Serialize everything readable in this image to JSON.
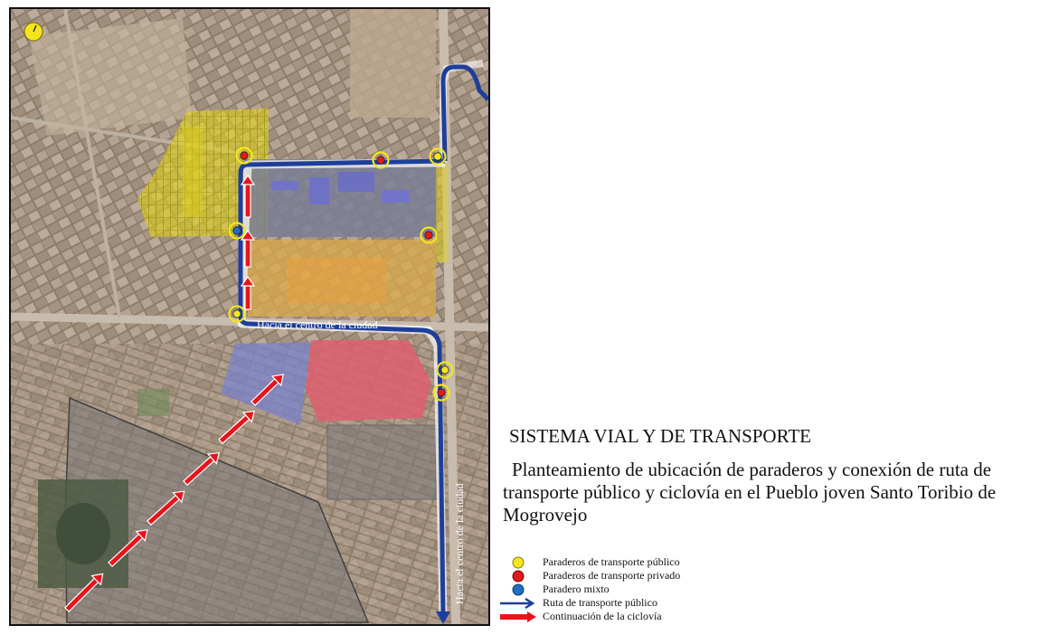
{
  "map": {
    "labels": {
      "center_horizontal": "Hacia el centro de la ciudad",
      "center_vertical": "Hacia el centro de la ciudad"
    },
    "stops": [
      {
        "type": "private"
      },
      {
        "type": "private"
      },
      {
        "type": "public"
      },
      {
        "type": "mixed"
      },
      {
        "type": "private"
      },
      {
        "type": "public"
      },
      {
        "type": "public"
      },
      {
        "type": "private"
      }
    ]
  },
  "info": {
    "title": "SISTEMA VIAL Y DE TRANSPORTE",
    "description": "Planteamiento de ubicación de paraderos y conexión de ruta de transporte público y ciclovía en el Pueblo joven Santo Toribio de Mogrovejo"
  },
  "legend": {
    "items": [
      {
        "symbol": "yellow-circle",
        "label": "Paraderos de transporte público"
      },
      {
        "symbol": "red-circle",
        "label": "Paraderos de transporte privado"
      },
      {
        "symbol": "blue-circle",
        "label": "Paradero mixto"
      },
      {
        "symbol": "blue-arrow",
        "label": "Ruta de transporte público"
      },
      {
        "symbol": "red-arrow",
        "label": "Continuación de la ciclovía"
      }
    ]
  },
  "colors": {
    "public_stop": "#f5e51b",
    "private_stop": "#e01b1b",
    "mixed_stop": "#1f6fc0",
    "transit_route": "#1d3f9a",
    "bike_lane": "#e8141a",
    "residential_zone": "#d8c81e",
    "urban_block_bg": "#9a8674"
  }
}
